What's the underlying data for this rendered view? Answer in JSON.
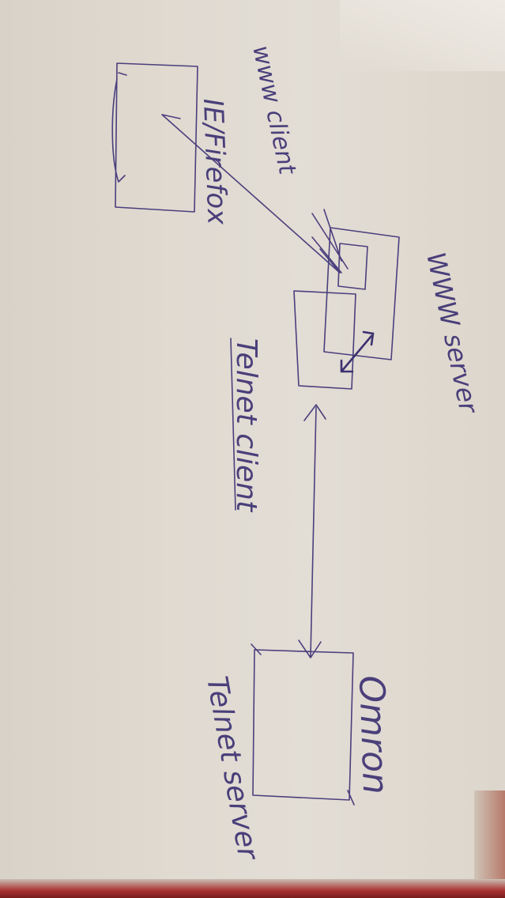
{
  "diagram": {
    "labels": {
      "www_client": "www client",
      "browser": "IE/Firefox",
      "www_server": "WWW server",
      "telnet_client": "Telnet client",
      "omron": "Omron",
      "telnet_server": "Telnet server"
    },
    "ink_color": "#4b3f7d",
    "paper_color": "#e0dad1"
  }
}
